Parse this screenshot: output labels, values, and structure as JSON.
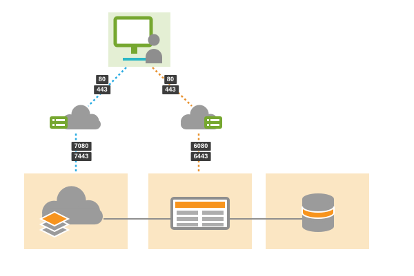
{
  "colors": {
    "client_bg": "#e4efd4",
    "green": "#76a730",
    "teal": "#2bb7c6",
    "gray": "#9b9b9b",
    "dark_gray": "#8e8e8e",
    "label_bg": "#3d3d3d",
    "label_text": "#ffffff",
    "blue_line": "#29abe2",
    "orange_line": "#e8912e",
    "orange": "#f7941e",
    "panel_bg": "#fbe6c3",
    "slot": "#adadad"
  },
  "ports": {
    "web_left": {
      "http": "80",
      "https": "443"
    },
    "web_right": {
      "http": "80",
      "https": "443"
    },
    "portal": {
      "http": "7080",
      "https": "7443"
    },
    "server": {
      "http": "6080",
      "https": "6443"
    }
  },
  "icons": {
    "client": [
      "monitor-icon",
      "user-icon"
    ],
    "web_tier_left": [
      "cloud-icon",
      "web-adaptor-icon"
    ],
    "web_tier_right": [
      "cloud-icon",
      "web-adaptor-icon"
    ],
    "portal_panel": [
      "cloud-icon",
      "layers-icon"
    ],
    "server_panel": [
      "server-icon"
    ],
    "data_panel": [
      "database-icon"
    ]
  }
}
